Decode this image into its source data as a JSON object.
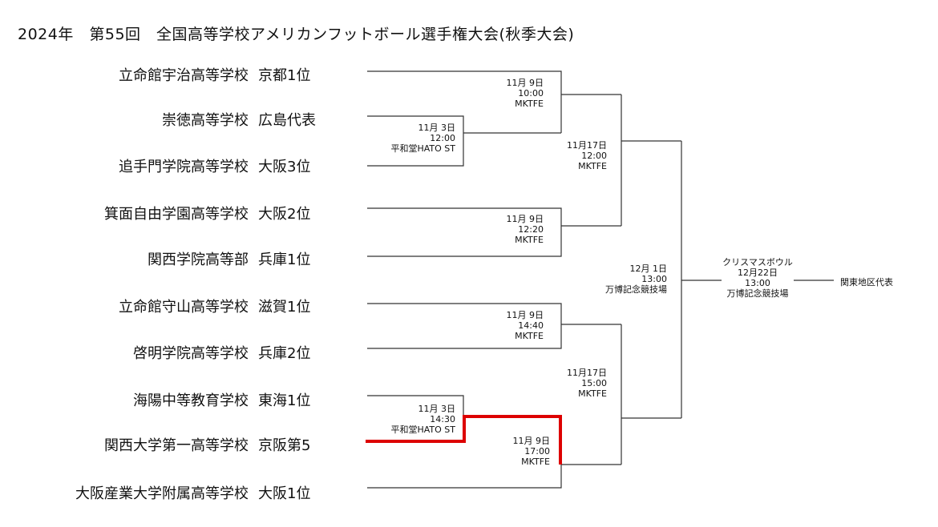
{
  "title": "2024年　第55回　全国高等学校アメリカンフットボール選手権大会(秋季大会)",
  "teams": [
    {
      "name": "立命館宇治高等学校",
      "seed": "京都1位"
    },
    {
      "name": "崇徳高等学校",
      "seed": "広島代表"
    },
    {
      "name": "追手門学院高等学校",
      "seed": "大阪3位"
    },
    {
      "name": "箕面自由学園高等学校",
      "seed": "大阪2位"
    },
    {
      "name": "関西学院高等部",
      "seed": "兵庫1位"
    },
    {
      "name": "立命館守山高等学校",
      "seed": "滋賀1位"
    },
    {
      "name": "啓明学院高等学校",
      "seed": "兵庫2位"
    },
    {
      "name": "海陽中等教育学校",
      "seed": "東海1位"
    },
    {
      "name": "関西大学第一高等学校",
      "seed": "京阪第5"
    },
    {
      "name": "大阪産業大学附属高等学校",
      "seed": "大阪1位"
    }
  ],
  "games": {
    "g1": {
      "date": "11月 3日",
      "time": "12:00",
      "venue": "平和堂HATO ST"
    },
    "g2": {
      "date": "11月 3日",
      "time": "14:30",
      "venue": "平和堂HATO ST"
    },
    "g3": {
      "date": "11月 9日",
      "time": "10:00",
      "venue": "MKTFE"
    },
    "g4": {
      "date": "11月 9日",
      "time": "12:20",
      "venue": "MKTFE"
    },
    "g5": {
      "date": "11月 9日",
      "time": "14:40",
      "venue": "MKTFE"
    },
    "g6": {
      "date": "11月 9日",
      "time": "17:00",
      "venue": "MKTFE"
    },
    "g7": {
      "date": "11月17日",
      "time": "12:00",
      "venue": "MKTFE"
    },
    "g8": {
      "date": "11月17日",
      "time": "15:00",
      "venue": "MKTFE"
    },
    "g9": {
      "date": "12月 1日",
      "time": "13:00",
      "venue": "万博記念競技場"
    },
    "g10": {
      "label": "クリスマスボウル",
      "date": "12月22日",
      "time": "13:00",
      "venue": "万博記念競技場"
    }
  },
  "opponent": "関東地区代表",
  "colors": {
    "line": "#333333",
    "highlight": "#dd0000"
  }
}
